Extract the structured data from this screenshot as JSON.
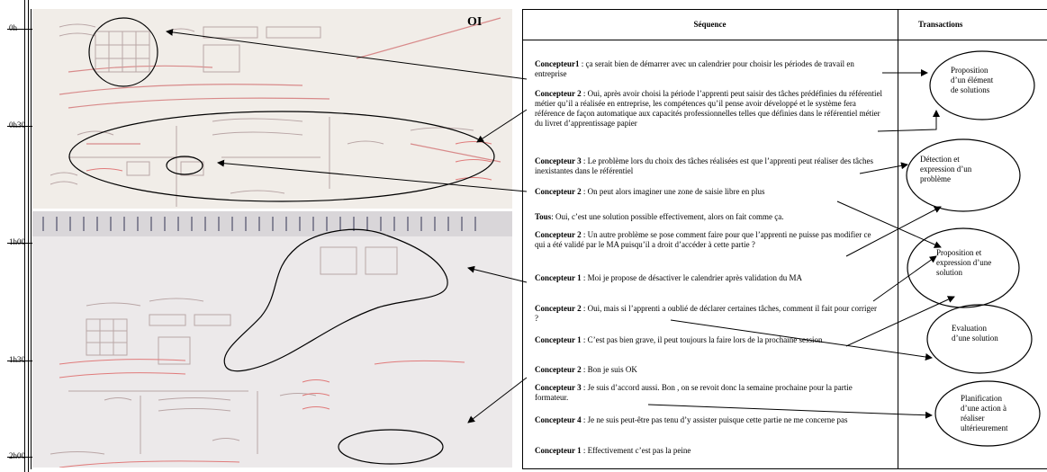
{
  "timeline": {
    "labels": [
      "0h",
      "0h30",
      "1h00",
      "1h30",
      "2h00"
    ]
  },
  "photo_top": {
    "label": "OI"
  },
  "table": {
    "col_sequence": "Séquence",
    "col_transactions": "Transactions"
  },
  "turns": [
    {
      "speaker": "Concepteur1",
      "text": " : ça serait bien de démarrer avec un calendrier pour choisir les périodes de travail en entreprise"
    },
    {
      "speaker": "Concepteur 2",
      "text": " : Oui, après avoir choisi la période l’apprenti peut saisir des tâches prédéfinies du référentiel métier qu’il a réalisée en entreprise, les compétences qu’il pense avoir développé et le système fera référence de façon automatique aux capacités professionnelles telles que définies dans le référentiel métier du livret d’apprentissage papier"
    },
    {
      "speaker": "Concepteur 3",
      "text": " : Le problème lors du choix des tâches réalisées est que l’apprenti peut réaliser des tâches inexistantes dans le référentiel"
    },
    {
      "speaker": "Concepteur 2",
      "text": " : On peut alors imaginer une zone de saisie libre en plus"
    },
    {
      "speaker": "Tous",
      "text": ": Oui, c’est une solution possible effectivement, alors on fait comme ça."
    },
    {
      "speaker": "Concepteur 2",
      "text": " : Un autre problème se pose comment faire pour que l’apprenti ne puisse pas modifier ce qui a été validé par le MA puisqu’il a droit d’accéder à cette partie ?"
    },
    {
      "speaker": "Concepteur 1",
      "text": " : Moi je propose de désactiver le calendrier après validation du MA"
    },
    {
      "speaker": "Concepteur 2",
      "text": " : Oui, mais si l’apprenti a oublié de déclarer certaines tâches, comment il fait pour corriger ?"
    },
    {
      "speaker": "Concepteur 1",
      "text": " : C’est pas bien grave, il peut toujours la faire lors de la prochaine session"
    },
    {
      "speaker": "Concepteur 2",
      "text": " : Bon je suis OK"
    },
    {
      "speaker": "Concepteur 3",
      "text": " : Je suis d’accord aussi. Bon , on se revoit donc la semaine prochaine pour la partie formateur."
    },
    {
      "speaker": "Concepteur 4",
      "text": " : Je ne suis peut-être pas tenu d’y assister puisque cette partie ne me concerne pas"
    },
    {
      "speaker": "Concepteur 1",
      "text": " : Effectivement c’est pas la peine"
    }
  ],
  "transactions": [
    {
      "line1": "Proposition",
      "line2": "d’un élément",
      "line3": "de solutions",
      "line4": ""
    },
    {
      "line1": "Détection et",
      "line2": "expression d’un",
      "line3": "problème",
      "line4": ""
    },
    {
      "line1": "Proposition et",
      "line2": "expression d’une",
      "line3": "solution",
      "line4": ""
    },
    {
      "line1": "Evaluation",
      "line2": "d’une solution",
      "line3": "",
      "line4": ""
    },
    {
      "line1": "Planification",
      "line2": "d’une action à",
      "line3": "réaliser",
      "line4": "ultérieurement"
    }
  ]
}
